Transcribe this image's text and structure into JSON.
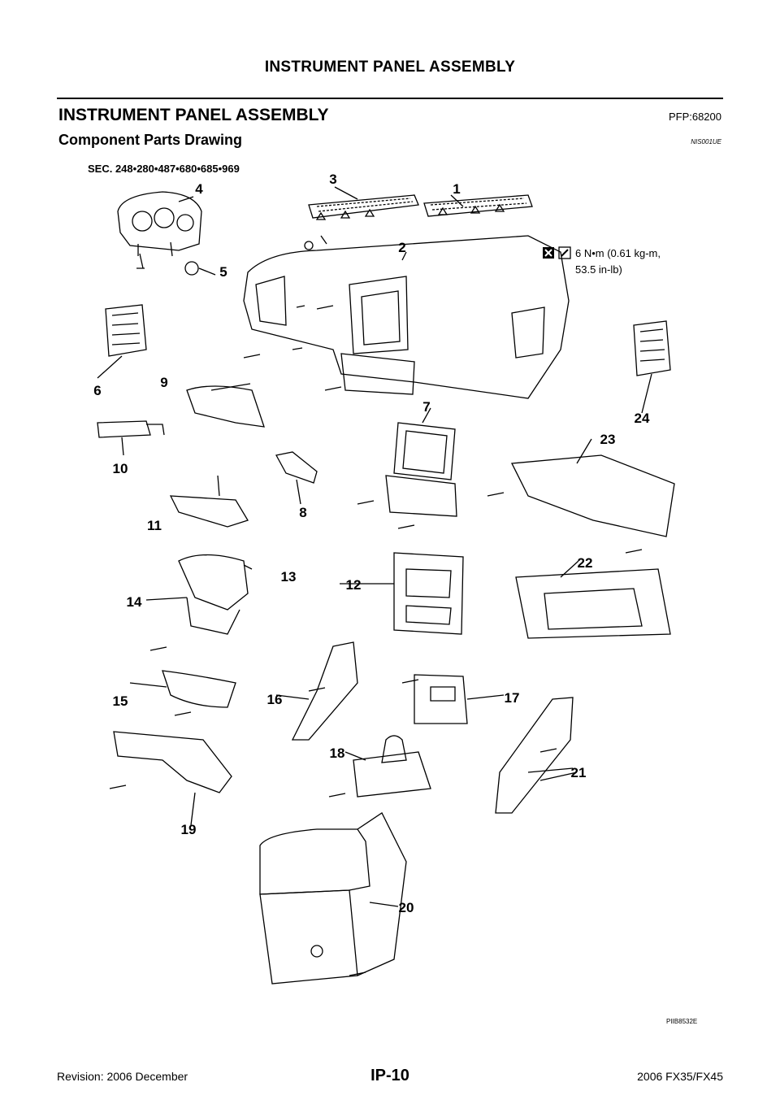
{
  "header": {
    "title": "INSTRUMENT PANEL ASSEMBLY"
  },
  "section": {
    "title": "INSTRUMENT PANEL ASSEMBLY",
    "pfp": "PFP:68200"
  },
  "subsection": {
    "title": "Component Parts Drawing",
    "code": "NIS001UE"
  },
  "diagram": {
    "sec_label": "SEC. 248•280•487•680•685•969",
    "torque_line1": "6 N•m (0.61 kg-m,",
    "torque_line2": "53.5 in-lb)",
    "callouts": [
      "1",
      "2",
      "3",
      "4",
      "5",
      "6",
      "7",
      "8",
      "9",
      "10",
      "11",
      "12",
      "13",
      "14",
      "15",
      "16",
      "17",
      "18",
      "19",
      "20",
      "21",
      "22",
      "23",
      "24"
    ],
    "figure_id": "PIIB8532E"
  },
  "footer": {
    "revision": "Revision: 2006 December",
    "page": "IP-10",
    "model": "2006 FX35/FX45"
  }
}
